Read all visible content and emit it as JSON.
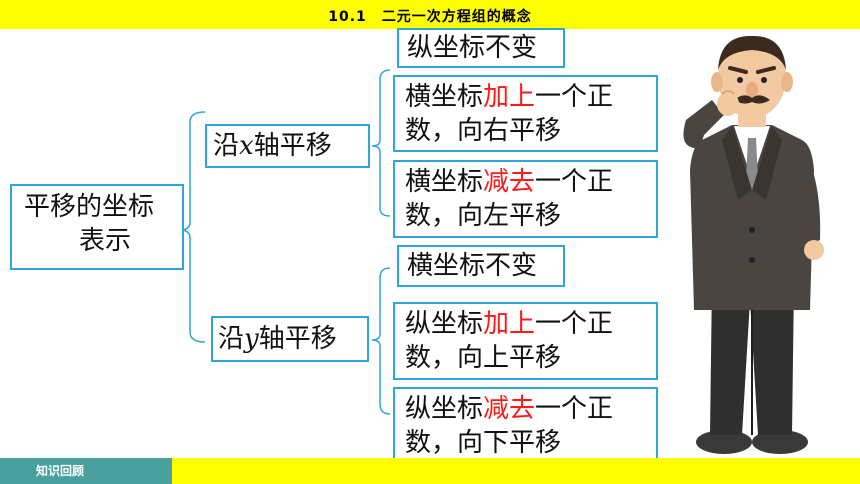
{
  "header": {
    "title": "10.1　二元一次方程组的概念"
  },
  "footer": {
    "tag": "知识回顾"
  },
  "root": {
    "label_line1": "平移的坐标",
    "label_line2": "表示"
  },
  "x_branch": {
    "label_pre": "沿",
    "label_var": "x",
    "label_post": "轴平移",
    "items": [
      {
        "line1": "纵坐标不变"
      },
      {
        "line1_pre": "横坐标",
        "line1_red": "加上",
        "line1_post": "一个正",
        "line2": "数，向右平移"
      },
      {
        "line1_pre": "横坐标",
        "line1_red": "减去",
        "line1_post": "一个正",
        "line2": "数，向左平移"
      }
    ]
  },
  "y_branch": {
    "label_pre": "沿",
    "label_var": "y",
    "label_post": "轴平移",
    "items": [
      {
        "line1": "横坐标不变"
      },
      {
        "line1_pre": "纵坐标",
        "line1_red": "加上",
        "line1_post": "一个正",
        "line2": "数，向上平移"
      },
      {
        "line1_pre": "纵坐标",
        "line1_red": "减去",
        "line1_post": "一个正",
        "line2": "数，向下平移"
      }
    ]
  },
  "colors": {
    "bar": "#ffff00",
    "tag": "#4a9f9f",
    "border": "#2ea6d6",
    "highlight": "#ff1a1a"
  }
}
